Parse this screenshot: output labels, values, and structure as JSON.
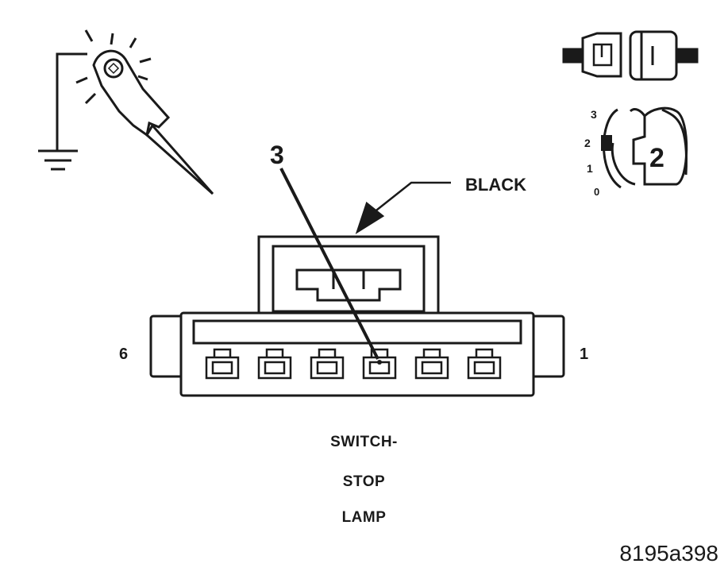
{
  "diagram": {
    "callout_pin": "3",
    "connector_color": "BLACK",
    "pin_left": "6",
    "pin_right": "1",
    "ignition_positions": [
      "3",
      "2",
      "1",
      "0"
    ],
    "ignition_selected": "2",
    "caption_lines": [
      "SWITCH-",
      "STOP",
      "LAMP"
    ],
    "figure_id": "8195a398"
  }
}
